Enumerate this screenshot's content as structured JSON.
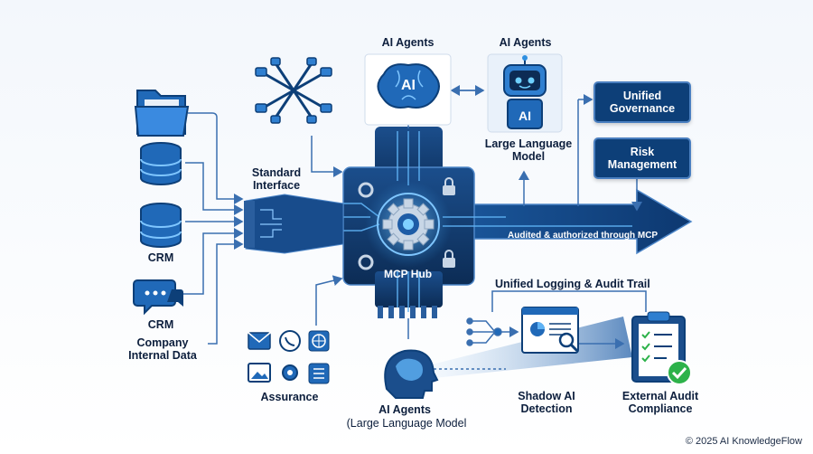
{
  "labels": {
    "ai_agents_1": "AI Agents",
    "ai_agents_2": "AI Agents",
    "ai_brain_text": "AI",
    "ai_robot_text": "AI",
    "llm": "Large Language\nModel",
    "standard_interface": "Standard\nInterface",
    "crm_1": "CRM",
    "crm_2": "CRM",
    "company_data": "Company\nInternal Data",
    "assurance": "Assurance",
    "mcp_hub": "MCP Hub",
    "arrow_text": "Audited & authorized through MCP",
    "unified_logging": "Unified Logging & Audit Trail",
    "ai_agents_bottom": "AI Agents",
    "ai_agents_bottom_sub": "(Large Language Model",
    "shadow_ai": "Shadow AI\nDetection",
    "external_audit": "External Audit\nCompliance"
  },
  "boxes": {
    "unified_governance": "Unified\nGovernance",
    "risk_management": "Risk\nManagement"
  },
  "footer": "© 2025 AI KnowledgeFlow",
  "colors": {
    "navy": "#0d3f78",
    "hub": "#123a6b",
    "accent": "#2f8fe0",
    "line": "#3a6fb0",
    "check": "#2db24a"
  },
  "icons": [
    "plug-network-icon",
    "brain-icon",
    "robot-icon",
    "folder-icon",
    "database-icon",
    "chat-icon",
    "gear-icon",
    "lock-icon",
    "mail-icon",
    "whatsapp-icon",
    "globe-icon",
    "image-icon",
    "list-icon",
    "flowchart-icon",
    "dashboard-search-icon",
    "clipboard-checklist-icon",
    "head-brain-icon"
  ]
}
